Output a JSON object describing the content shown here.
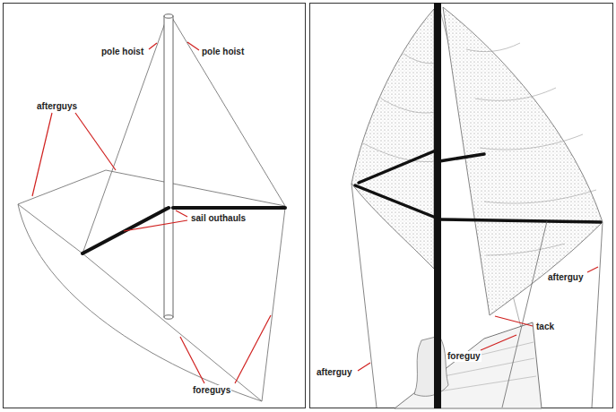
{
  "diagram": {
    "labels": [
      "pole hoist",
      "pole hoist",
      "afterguys",
      "sail outhauls",
      "foreguys",
      "afterguy",
      "foreguy",
      "afterguy",
      "tack"
    ]
  }
}
